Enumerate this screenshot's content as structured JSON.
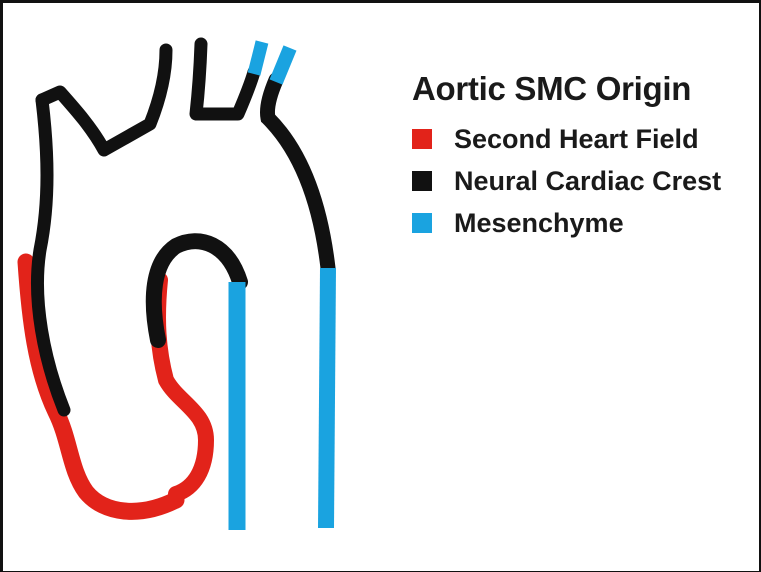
{
  "legend": {
    "title": "Aortic SMC Origin",
    "items": [
      {
        "label": "Second Heart Field",
        "color": "#e2231a"
      },
      {
        "label": "Neural Cardiac Crest",
        "color": "#111111"
      },
      {
        "label": "Mesenchyme",
        "color": "#1aa3e0"
      }
    ]
  },
  "colors": {
    "second_heart_field": "#e2231a",
    "neural_cardiac_crest": "#111111",
    "mesenchyme": "#1aa3e0"
  }
}
